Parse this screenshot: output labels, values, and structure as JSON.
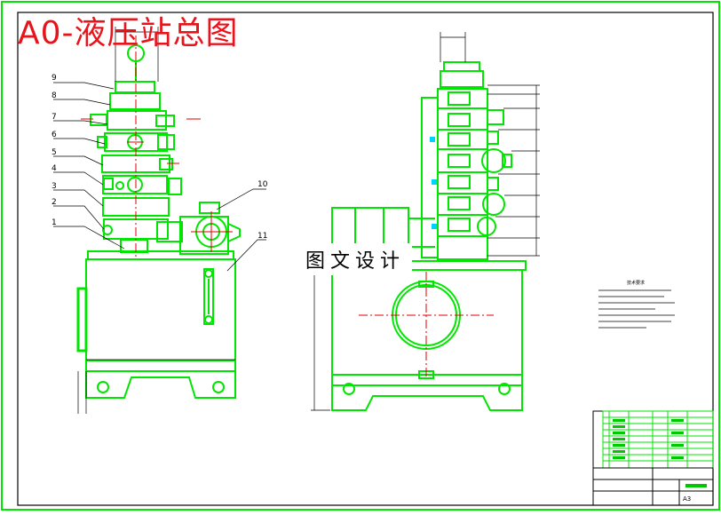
{
  "drawing_title": "A0-液压站总图",
  "watermark": "图文设计",
  "part_labels": [
    "1",
    "2",
    "3",
    "4",
    "5",
    "6",
    "7",
    "8",
    "9",
    "10",
    "11"
  ],
  "colors": {
    "outline": "#00e600",
    "center_line": "#e00000",
    "frame": "#000000",
    "title_color": "#e8141c",
    "accent": "#00d0ff"
  },
  "notes": {
    "heading": "技术要求"
  },
  "title_block": {
    "scale": "A3"
  }
}
